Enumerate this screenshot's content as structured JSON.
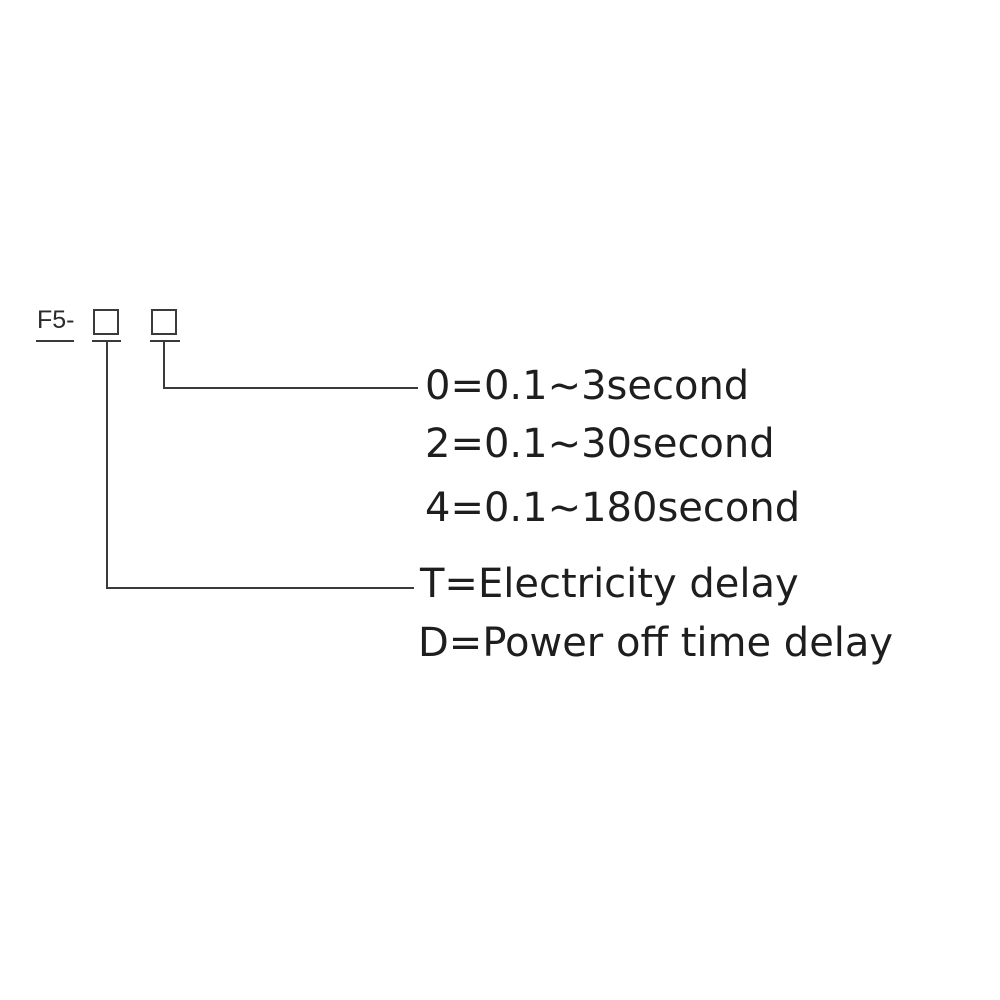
{
  "model_code": {
    "prefix": "F5-"
  },
  "time_range_options": [
    "0=0.1~3second",
    "2=0.1~30second",
    "4=0.1~180second"
  ],
  "delay_mode_options": [
    "T=Electricity delay",
    "D=Power off time delay"
  ],
  "colors": {
    "line": "#3a3a3a",
    "text": "#1e1e1e",
    "background": "#ffffff"
  }
}
